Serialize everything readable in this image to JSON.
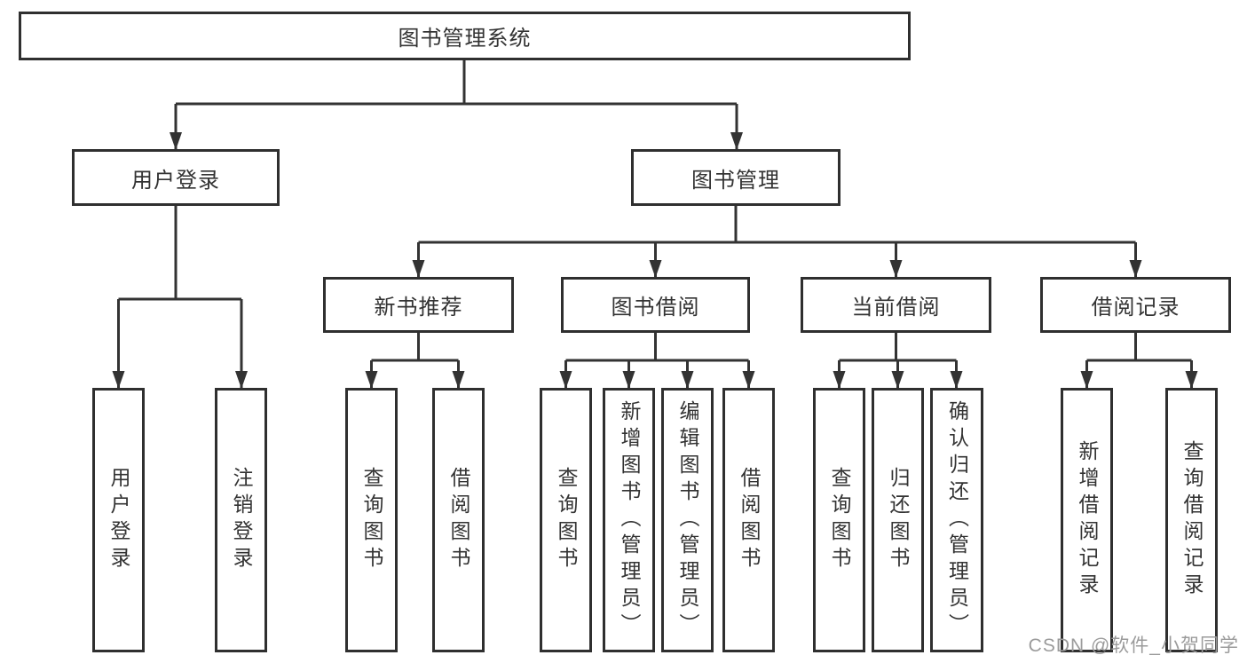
{
  "colors": {
    "line": "#333333",
    "box_border": "#2f2f2f",
    "box_background": "#ffffff",
    "text": "#333333",
    "watermark": "#9b9b9b",
    "page_background": "#ffffff"
  },
  "diagram": {
    "root": {
      "label": "图书管理系统"
    },
    "level2": [
      {
        "label": "用户登录"
      },
      {
        "label": "图书管理"
      }
    ],
    "level3": [
      {
        "label": "新书推荐"
      },
      {
        "label": "图书借阅"
      },
      {
        "label": "当前借阅"
      },
      {
        "label": "借阅记录"
      }
    ],
    "leaves": {
      "user": [
        "用户登录",
        "注销登录"
      ],
      "new_book": [
        "查询图书",
        "借阅图书"
      ],
      "book_borrow": [
        "查询图书",
        "新增图书（管理员）",
        "编辑图书（管理员）",
        "借阅图书"
      ],
      "current_borrow": [
        "查询图书",
        "归还图书",
        "确认归还（管理员）"
      ],
      "borrow_record": [
        "新增借阅记录",
        "查询借阅记录"
      ]
    }
  },
  "watermark": "CSDN @软件_小贺同学"
}
